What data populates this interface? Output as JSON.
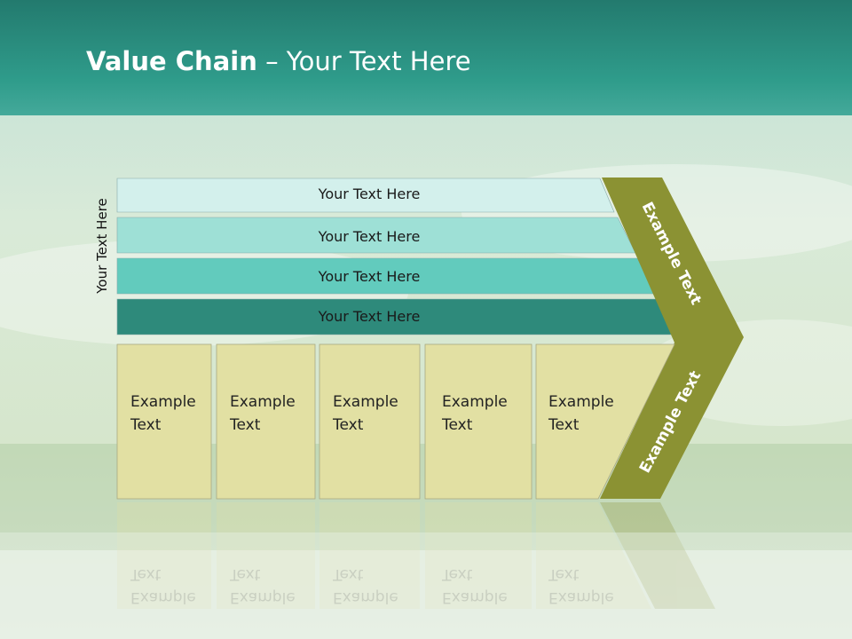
{
  "slide": {
    "title_bold": "Value Chain",
    "title_rest": " – Your Text Here",
    "vertical_label": "Your Text Here"
  },
  "bars": [
    {
      "label": "Your Text Here",
      "color": "#d3f0ec"
    },
    {
      "label": "Your Text Here",
      "color": "#9ee0d6"
    },
    {
      "label": "Your Text Here",
      "color": "#62cbbd"
    },
    {
      "label": "Your Text Here",
      "color": "#2e8a7b"
    }
  ],
  "boxes": [
    {
      "line1": "Example",
      "line2": "Text"
    },
    {
      "line1": "Example",
      "line2": "Text"
    },
    {
      "line1": "Example",
      "line2": "Text"
    },
    {
      "line1": "Example",
      "line2": "Text"
    },
    {
      "line1": "Example",
      "line2": "Text"
    }
  ],
  "chevron": {
    "upper_label": "Example Text",
    "lower_label": "Example Text",
    "color": "#8b9233"
  },
  "colors": {
    "header": "#2b9584",
    "box_fill": "#e2e0a3"
  }
}
